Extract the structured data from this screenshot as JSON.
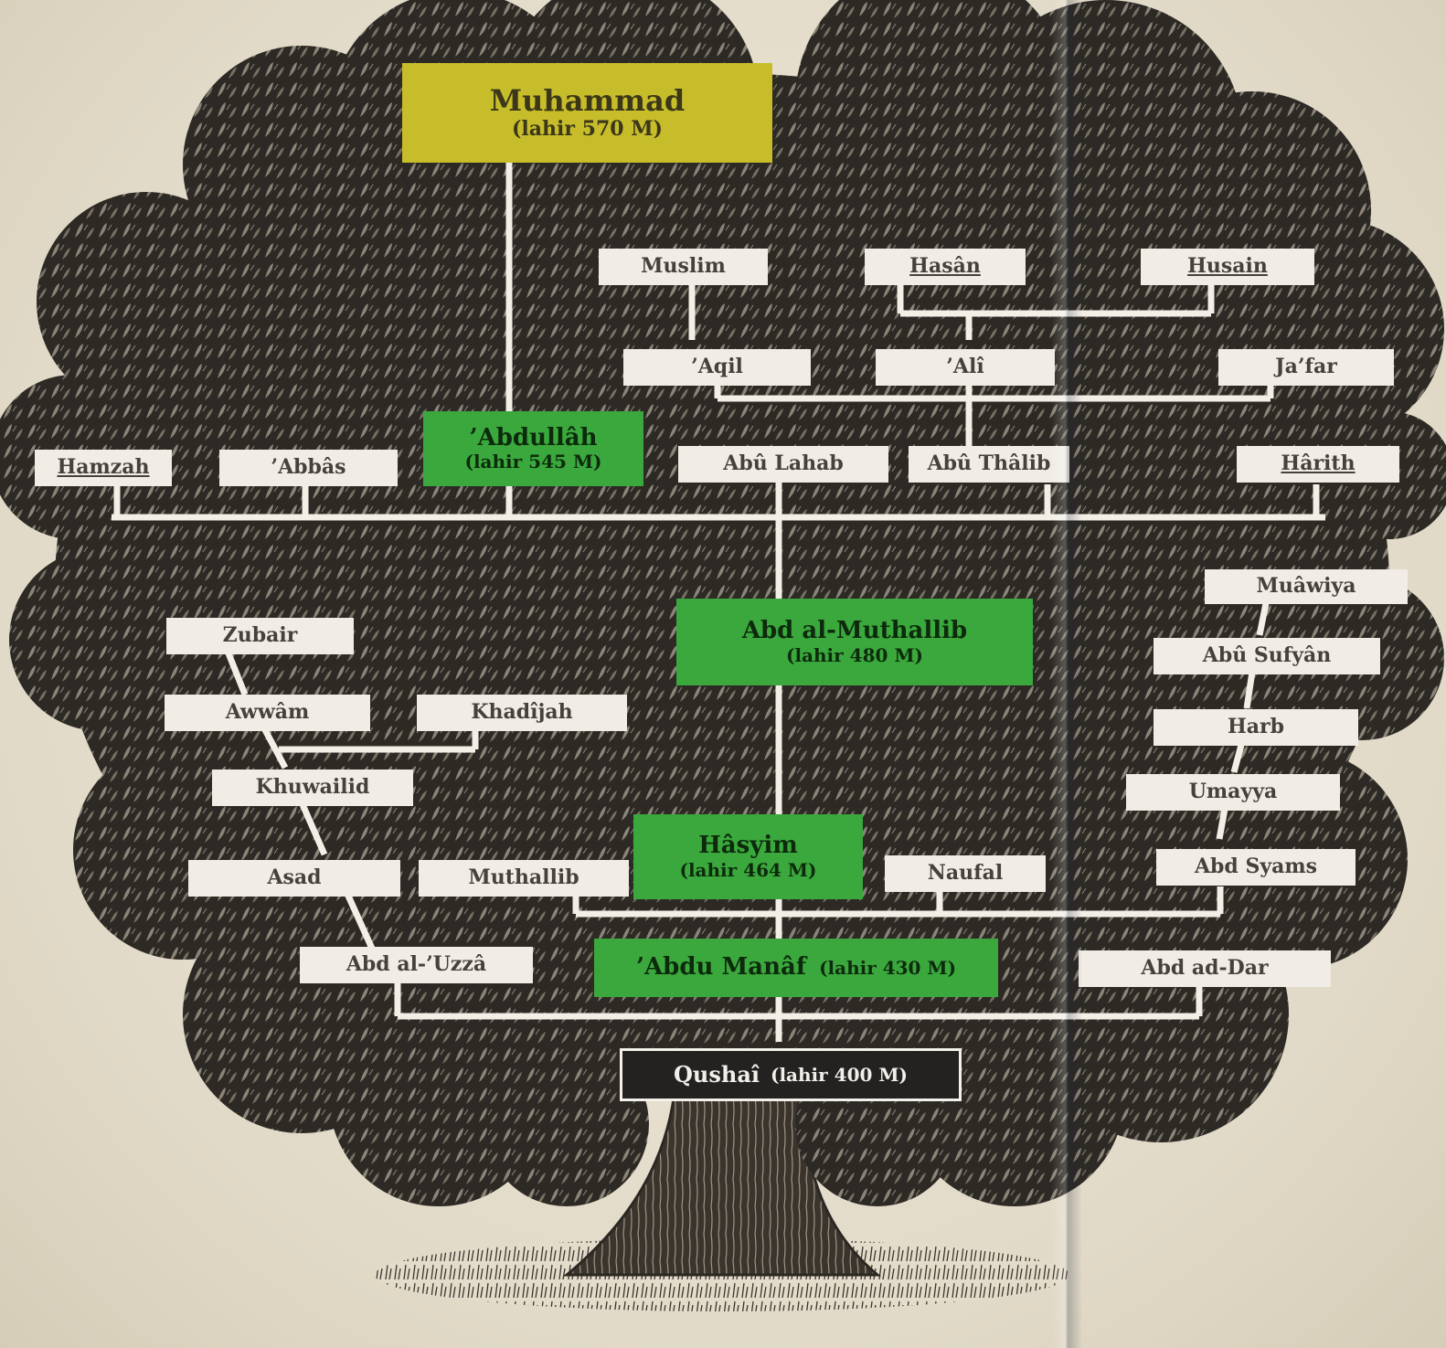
{
  "tree": {
    "root": {
      "name": "Qushaî",
      "birth": "(lahir 400 M)"
    },
    "nodes": {
      "muhammad": {
        "name": "Muhammad",
        "birth": "(lahir 570 M)"
      },
      "abdullah": {
        "name": "’Abdullâh",
        "birth": "(lahir 545 M)"
      },
      "abd_al_muthallib": {
        "name": "Abd al-Muthallib",
        "birth": "(lahir 480 M)"
      },
      "hasyim": {
        "name": "Hâsyim",
        "birth": "(lahir 464 M)"
      },
      "abdu_manaf": {
        "name": "’Abdu Manâf",
        "birth": "(lahir 430 M)"
      },
      "muslim": "Muslim",
      "hasan": "Hasân",
      "husain": "Husain",
      "aqil": "’Aqil",
      "ali": "’Alî",
      "jafar": "Ja’far",
      "hamzah": "Hamzah",
      "abbas": "’Abbâs",
      "abu_lahab": "Abû Lahab",
      "abu_thalib": "Abû Thâlib",
      "harith": "Hârith",
      "zubair": "Zubair",
      "awwam": "Awwâm",
      "khadijah": "Khadîjah",
      "khuwailid": "Khuwailid",
      "asad": "Asad",
      "muthallib": "Muthallib",
      "naufal": "Naufal",
      "abd_al_uzza": "Abd al-’Uzzâ",
      "muawiya": "Muâwiya",
      "abu_sufyan": "Abû Sufyân",
      "harb": "Harb",
      "umayya": "Umayya",
      "abd_syams": "Abd Syams",
      "abd_ad_dar": "Abd ad-Dar"
    }
  },
  "colors": {
    "highlight_top": "#c7bd2b",
    "highlight_lineage": "#3aa83c",
    "root_box": "#242221",
    "name_box": "#f1ede6",
    "foliage": "#2b2722",
    "paper": "#e9e2d3"
  }
}
